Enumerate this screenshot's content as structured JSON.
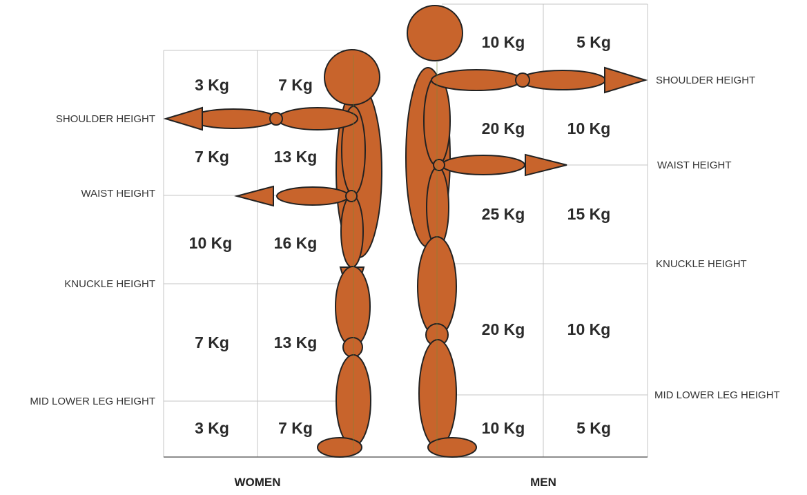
{
  "colors": {
    "body_fill": "#c8642c",
    "outline": "#222222",
    "grid_line": "#c4c4c4",
    "axis_line": "#666666"
  },
  "height_labels": {
    "shoulder": "SHOULDER  HEIGHT",
    "waist": "WAIST  HEIGHT",
    "knuckle": "KNUCKLE  HEIGHT",
    "mid_lower_leg": "MID LOWER LEG  HEIGHT"
  },
  "women": {
    "label": "WOMEN",
    "zones": {
      "above_shoulder": {
        "left": "3 Kg",
        "right": "7 Kg"
      },
      "shoulder_to_waist": {
        "left": "7 Kg",
        "right": "13 Kg"
      },
      "waist_to_knuckle": {
        "left": "10 Kg",
        "right": "16 Kg"
      },
      "knuckle_to_mid_leg": {
        "left": "7 Kg",
        "right": "13 Kg"
      },
      "mid_leg_to_floor": {
        "left": "3 Kg",
        "right": "7 Kg"
      }
    }
  },
  "men": {
    "label": "MEN",
    "zones": {
      "above_shoulder": {
        "left": "10 Kg",
        "right": "5 Kg"
      },
      "shoulder_to_waist": {
        "left": "20 Kg",
        "right": "10 Kg"
      },
      "waist_to_knuckle": {
        "left": "25 Kg",
        "right": "15 Kg"
      },
      "knuckle_to_mid_leg": {
        "left": "20 Kg",
        "right": "10 Kg"
      },
      "mid_leg_to_floor": {
        "left": "10 Kg",
        "right": "5 Kg"
      }
    }
  }
}
